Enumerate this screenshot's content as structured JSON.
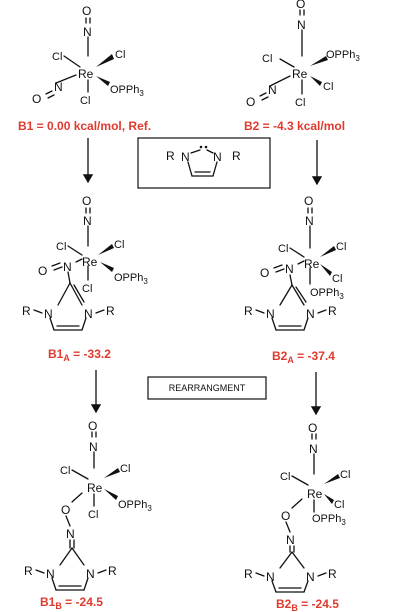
{
  "structures": {
    "B1": {
      "atoms": {
        "o_top": "O",
        "n_top": "N",
        "cl_left": "Cl",
        "cl_right": "Cl",
        "metal": "Re",
        "o_left": "O",
        "n_left": "N",
        "cl_bottom": "Cl",
        "ligand": "OPPh"
      },
      "ligand_sub": "3",
      "energy": "B1 = 0.00 kcal/mol, Ref."
    },
    "B2": {
      "atoms": {
        "o_top": "O",
        "n_top": "N",
        "cl_left": "Cl",
        "ligand": "OPPh",
        "metal": "Re",
        "o_left": "O",
        "n_left": "N",
        "cl_right": "Cl",
        "cl_bottom": "Cl"
      },
      "ligand_sub": "3",
      "energy": "B2 = -4.3 kcal/mol"
    },
    "B1A": {
      "atoms": {
        "o_top": "O",
        "n_top": "N",
        "cl_left": "Cl",
        "cl_right": "Cl",
        "metal": "Re",
        "o_left": "O",
        "n_left": "N",
        "cl_bottom": "Cl",
        "ligand": "OPPh",
        "r_left": "R",
        "n_ring_left": "N",
        "n_ring_right": "N",
        "r_right": "R"
      },
      "ligand_sub": "3",
      "energy_main": "B1",
      "energy_sub": "A",
      "energy_value": " = -33.2"
    },
    "B2A": {
      "atoms": {
        "o_top": "O",
        "n_top": "N",
        "cl_left": "Cl",
        "cl_right": "Cl",
        "metal": "Re",
        "o_left": "O",
        "n_left": "N",
        "cl_mid": "Cl",
        "ligand": "OPPh",
        "r_left": "R",
        "n_ring_left": "N",
        "n_ring_right": "N",
        "r_right": "R"
      },
      "ligand_sub": "3",
      "energy_main": "B2",
      "energy_sub": "A",
      "energy_value": " = -37.4"
    },
    "B1B": {
      "atoms": {
        "o_top": "O",
        "n_top": "N",
        "cl_left": "Cl",
        "cl_right": "Cl",
        "metal": "Re",
        "o_link": "O",
        "n_link": "N",
        "cl_bottom": "Cl",
        "ligand": "OPPh",
        "r_left": "R",
        "n_ring_left": "N",
        "n_ring_right": "N",
        "r_right": "R"
      },
      "ligand_sub": "3",
      "energy_main": "B1",
      "energy_sub": "B",
      "energy_value": " = -24.5"
    },
    "B2B": {
      "atoms": {
        "o_top": "O",
        "n_top": "N",
        "cl_left": "Cl",
        "cl_right": "Cl",
        "metal": "Re",
        "o_link": "O",
        "n_link": "N",
        "cl_mid": "Cl",
        "ligand": "OPPh",
        "r_left": "R",
        "n_ring_left": "N",
        "n_ring_right": "N",
        "r_right": "R"
      },
      "ligand_sub": "3",
      "energy_main": "B2",
      "energy_sub": "B",
      "energy_value": " = -24.5"
    }
  },
  "carbene_box": {
    "r_left": "R",
    "n_left": "N",
    "n_right": "N",
    "r_right": "R"
  },
  "rearrangement_label": "REARRANGMENT",
  "colors": {
    "energy": "#e03a2e",
    "ink": "#111111"
  }
}
